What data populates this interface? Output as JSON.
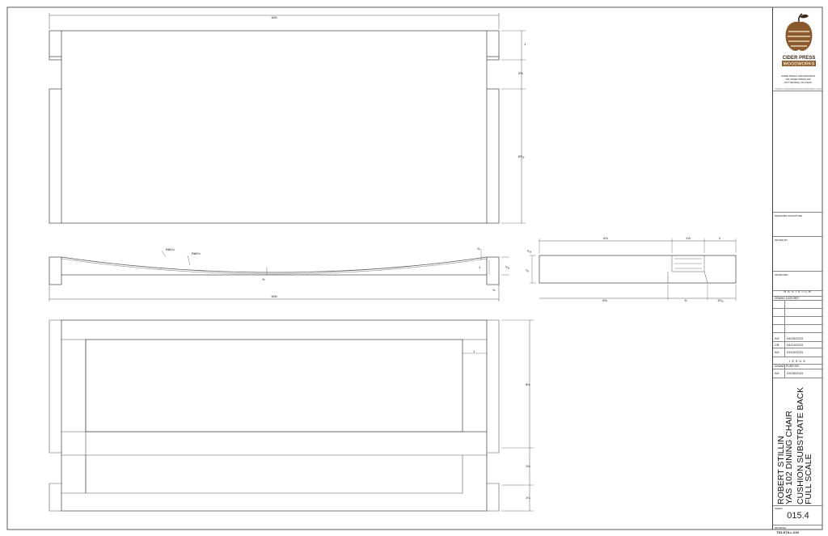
{
  "company": {
    "logo_line1": "CIDER PRESS",
    "logo_line2": "WOODWORKS",
    "address_name": "CIDER PRESS WOODWORKS",
    "address_street": "426 CIDER PRESS RD",
    "address_city": "PITTSBURGH, PA 15216",
    "website": "WWW.CIDERPRESSWOODWORKS.COM"
  },
  "titleblock": {
    "label_designer": "DESIGNER SIGNATURE",
    "label_drawn_by": "DRAWN BY",
    "label_approved": "APPROVED",
    "revision_header": "REVISION",
    "rev_col1": "DRAWN",
    "rev_col2": "DATE/REF",
    "revisions": [
      {
        "by": "AH",
        "date": "04/25/2023"
      },
      {
        "by": "CB",
        "date": "04/10/2023"
      },
      {
        "by": "AH",
        "date": "03/15/2023"
      }
    ],
    "issue_header": "ISSUE",
    "issue_col1": "DRAWN",
    "issue_col2": "PURPOSE",
    "issues": [
      {
        "by": "AH",
        "date": "03/28/2023"
      }
    ],
    "project_line1": "ROBERT STILLIN",
    "project_line2": "YAS 102 DINING CHAIR",
    "project_line3": "CUSHION SUBSTRATE BACK",
    "project_line4": "FULL SCALE",
    "sheet_label": "SHEET",
    "sheet_number": "015.4",
    "drawing_label": "DRAWING",
    "drawing_id": "TS3-STILL-015"
  },
  "dimensions": {
    "top_width": "16½",
    "top_right_1": "1",
    "top_right_2": "2½",
    "top_right_3": "6⁵⁄₁₆",
    "radius_1": "R60⅞",
    "radius_2": "R60⅞",
    "mid_center": "⅝",
    "mid_right_1": "⅜",
    "mid_right_2": "1",
    "mid_right_3": "⁵⁄₁₆",
    "mid_right_4": "¾",
    "mid_bottom": "15½",
    "side_top_left": "⁵⁄₁₆",
    "side_top": "6⅞",
    "side_top_2": "1½",
    "side_top_3": "1",
    "side_left": "⁷⁄₈",
    "side_bottom": "6⅝",
    "side_bottom_2": "⅝",
    "side_bottom_3": "1⁵⁄₁₆",
    "bottom_inner": "1",
    "bottom_right_1": "5½",
    "bottom_right_2": "1½",
    "bottom_right_3": "1¼"
  }
}
